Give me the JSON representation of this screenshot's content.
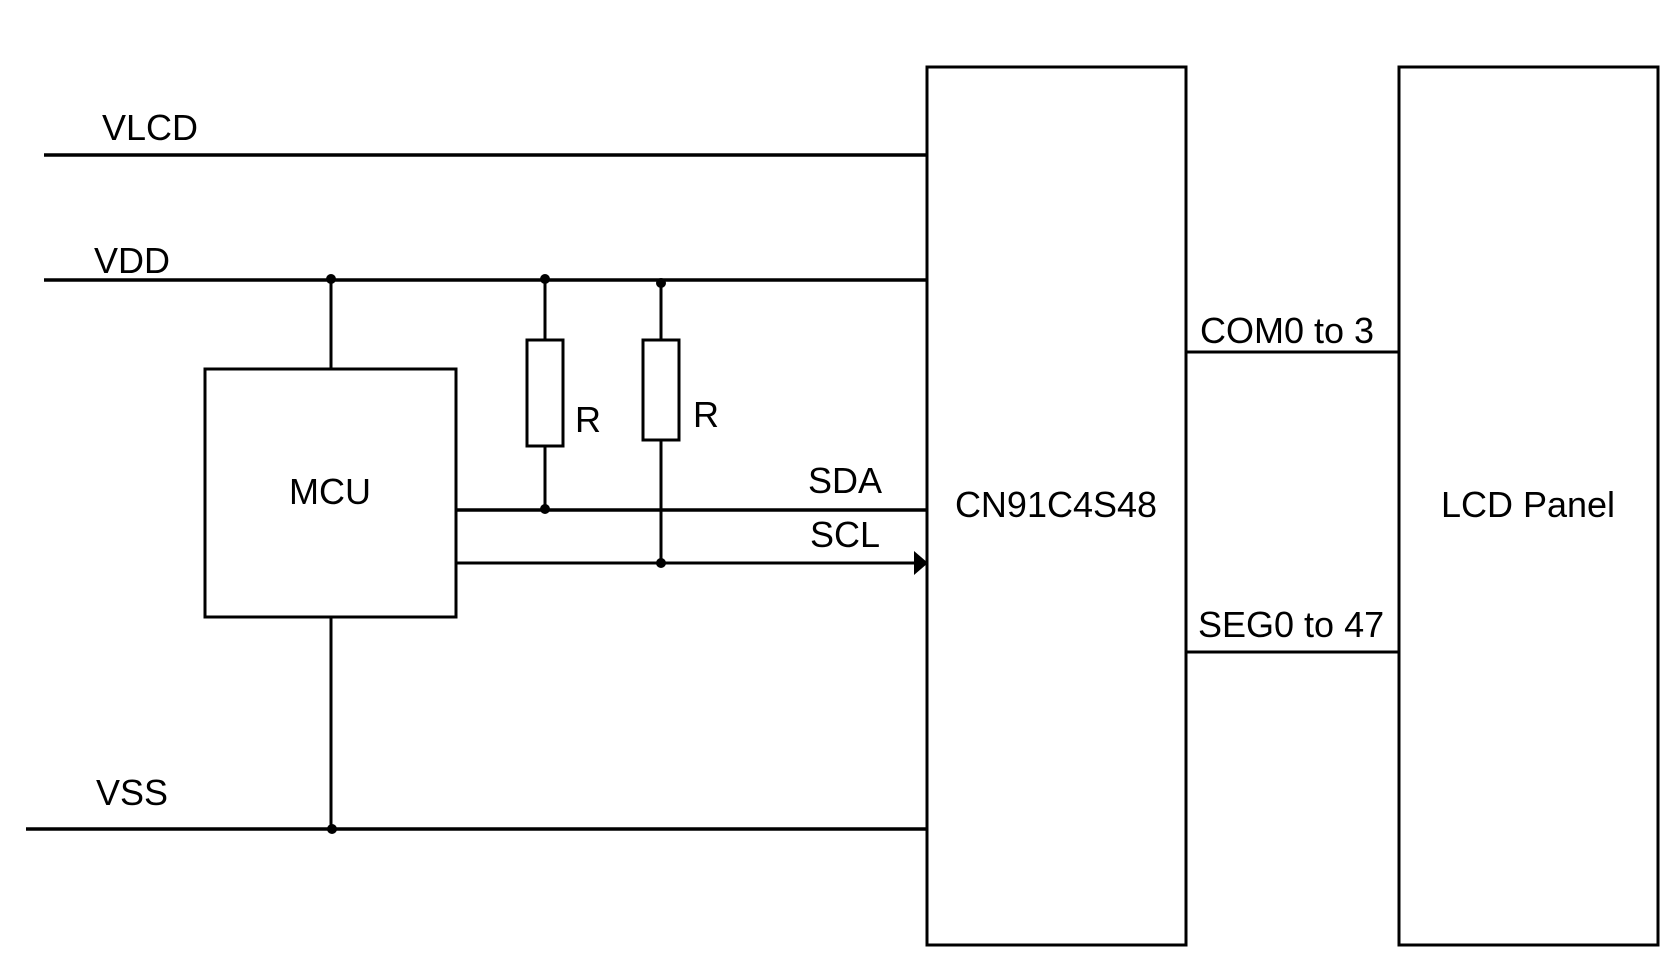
{
  "rails": {
    "vlcd": "VLCD",
    "vdd": "VDD",
    "vss": "VSS"
  },
  "blocks": {
    "mcu": "MCU",
    "driver": "CN91C4S48",
    "panel": "LCD Panel"
  },
  "signals": {
    "sda": "SDA",
    "scl": "SCL",
    "com": "COM0 to 3",
    "seg": "SEG0 to 47"
  },
  "resistors": [
    "R",
    "R"
  ]
}
